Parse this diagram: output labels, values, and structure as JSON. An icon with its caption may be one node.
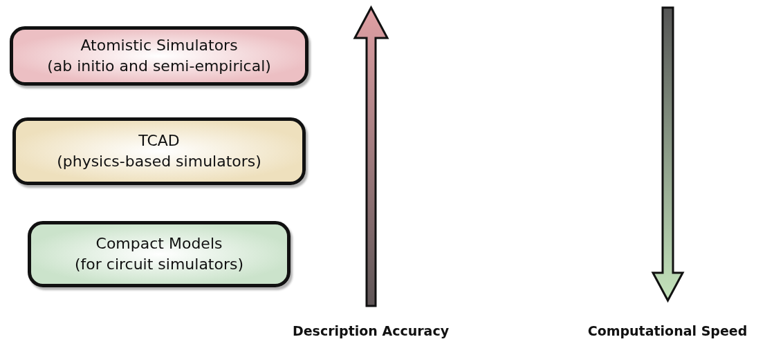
{
  "diagram": {
    "nodes": [
      {
        "text": [
          "Atomistic Simulators",
          "(ab initio and semi-empirical)"
        ]
      },
      {
        "text": [
          "TCAD",
          "(physics-based simulators)"
        ]
      },
      {
        "text": [
          "Compact Models",
          "(for circuit simulators)"
        ]
      }
    ],
    "labels": [
      "Description Accuracy",
      "Computational Speed"
    ]
  }
}
